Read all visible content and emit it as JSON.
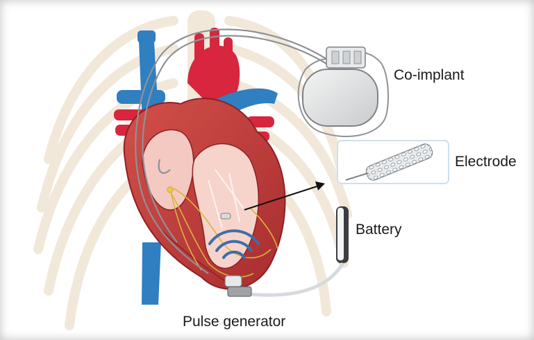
{
  "labels": {
    "co_implant": "Co-implant",
    "electrode": "Electrode",
    "battery": "Battery",
    "pulse_generator": "Pulse generator"
  },
  "colors": {
    "artery_red": "#d7263d",
    "vein_blue": "#2f7fc1",
    "muscle": "#c8433f",
    "ribcage": "#f1e6d6",
    "device_gray": "#b9bcbf",
    "nerve": "#d9b43a"
  }
}
